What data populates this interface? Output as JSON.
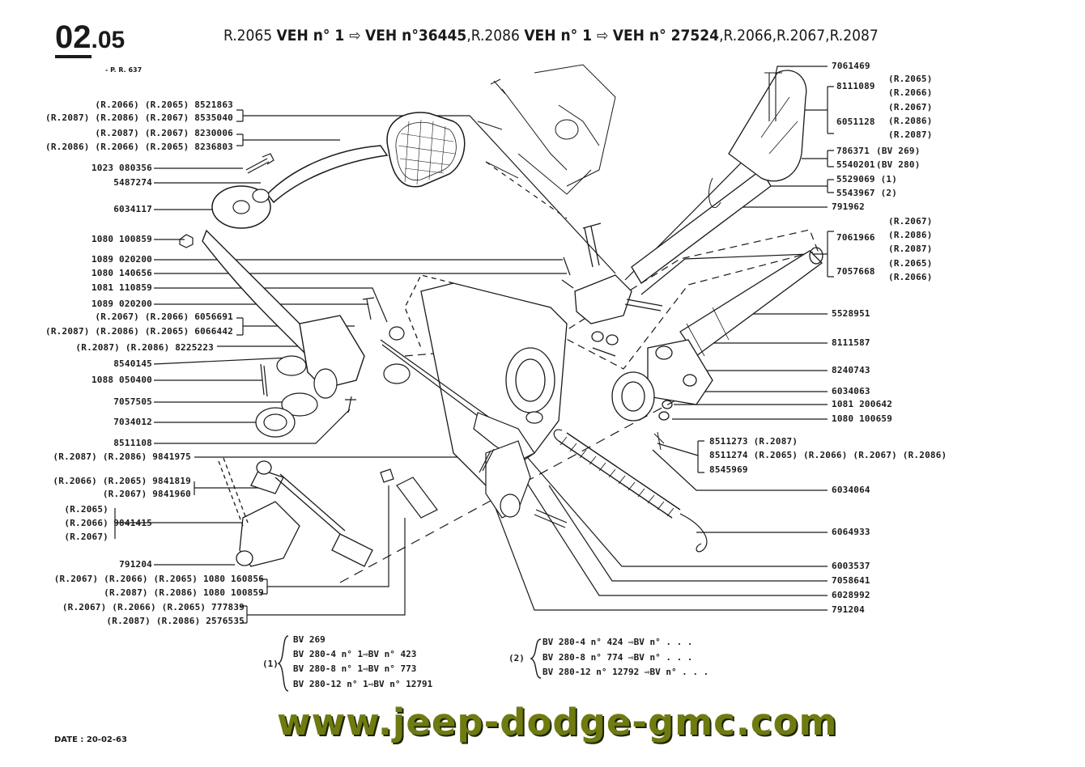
{
  "header": {
    "code_main": "02",
    "code_sub": ".05",
    "ref": "- P. R. 637",
    "title_parts": [
      "R.2065 ",
      "VEH n° 1 ",
      "⇨ ",
      "VEH n°36445",
      ",R.2086 ",
      "VEH n° 1 ",
      "⇨ ",
      "VEH n° 27524",
      ",R.2066,R.2067,R.2087"
    ]
  },
  "left_labels": [
    {
      "text": "(R.2066) (R.2065) 8521863"
    },
    {
      "text": "(R.2087) (R.2086) (R.2067) 8535040"
    },
    {
      "text": "(R.2087) (R.2067) 8230006"
    },
    {
      "text": "(R.2086) (R.2066) (R.2065) 8236803"
    },
    {
      "text": "1023 080356"
    },
    {
      "text": "5487274"
    },
    {
      "text": "6034117"
    },
    {
      "text": "1080 100859"
    },
    {
      "text": "1089 020200"
    },
    {
      "text": "1080 140656"
    },
    {
      "text": "1081 110859"
    },
    {
      "text": "1089 020200"
    },
    {
      "text": "(R.2067) (R.2066) 6056691"
    },
    {
      "text": "(R.2087) (R.2086) (R.2065) 6066442"
    },
    {
      "text": "(R.2087) (R.2086) 8225223"
    },
    {
      "text": "8540145"
    },
    {
      "text": "1088 050400"
    },
    {
      "text": "7057505"
    },
    {
      "text": "7034012"
    },
    {
      "text": "8511108"
    },
    {
      "text": "(R.2087) (R.2086) 9841975"
    },
    {
      "text": "(R.2066) (R.2065) 9841819"
    },
    {
      "text": "(R.2067) 9841960"
    },
    {
      "text": "(R.2065)"
    },
    {
      "text": "(R.2066)"
    },
    {
      "text": "(R.2067)"
    },
    {
      "text": "9841415"
    },
    {
      "text": "791204"
    },
    {
      "text": "(R.2067) (R.2066) (R.2065) 1080 160856"
    },
    {
      "text": "(R.2087) (R.2086) 1080 100859"
    },
    {
      "text": "(R.2067) (R.2066) (R.2065) 777839"
    },
    {
      "text": "(R.2087) (R.2086) 2576535"
    }
  ],
  "right_labels": [
    {
      "text": "7061469"
    },
    {
      "text": "8111089"
    },
    {
      "text": "(R.2065)"
    },
    {
      "text": "(R.2066)"
    },
    {
      "text": "6051128"
    },
    {
      "text": "(R.2067)"
    },
    {
      "text": "(R.2086)"
    },
    {
      "text": "(R.2087)"
    },
    {
      "text": "786371"
    },
    {
      "text": "(BV 269)"
    },
    {
      "text": "5540201"
    },
    {
      "text": "(BV 280)"
    },
    {
      "text": "5529069 (1)"
    },
    {
      "text": "5543967 (2)"
    },
    {
      "text": "791962"
    },
    {
      "text": "7061966"
    },
    {
      "text": "(R.2067)"
    },
    {
      "text": "(R.2086)"
    },
    {
      "text": "(R.2087)"
    },
    {
      "text": "7057668"
    },
    {
      "text": "(R.2065)"
    },
    {
      "text": "(R.2066)"
    },
    {
      "text": "5528951"
    },
    {
      "text": "8111587"
    },
    {
      "text": "8240743"
    },
    {
      "text": "6034063"
    },
    {
      "text": "1081 200642"
    },
    {
      "text": "1080 100659"
    },
    {
      "text": "8511273 (R.2087)"
    },
    {
      "text": "8511274 (R.2065) (R.2066) (R.2067) (R.2086)"
    },
    {
      "text": "8545969"
    },
    {
      "text": "6034064"
    },
    {
      "text": "6064933"
    },
    {
      "text": "6003537"
    },
    {
      "text": "7058641"
    },
    {
      "text": "6028992"
    },
    {
      "text": "791204"
    }
  ],
  "notes": {
    "n1_marker": "(1)",
    "n1_lines": [
      "BV 269",
      "BV 280-4  n° 1⇨BV n° 423",
      "BV 280-8  n° 1⇨BV n° 773",
      "BV 280-12 n° 1⇨BV n° 12791"
    ],
    "n2_marker": "(2)",
    "n2_lines": [
      "BV 280-4  n° 424   ⇨BV n° . . .",
      "BV 280-8  n° 774   ⇨BV n° . . .",
      "BV 280-12 n° 12792 ⇨BV n° . . ."
    ]
  },
  "footer": {
    "website": "www.jeep-dodge-gmc.com",
    "date": "DATE : 20-02-63"
  }
}
